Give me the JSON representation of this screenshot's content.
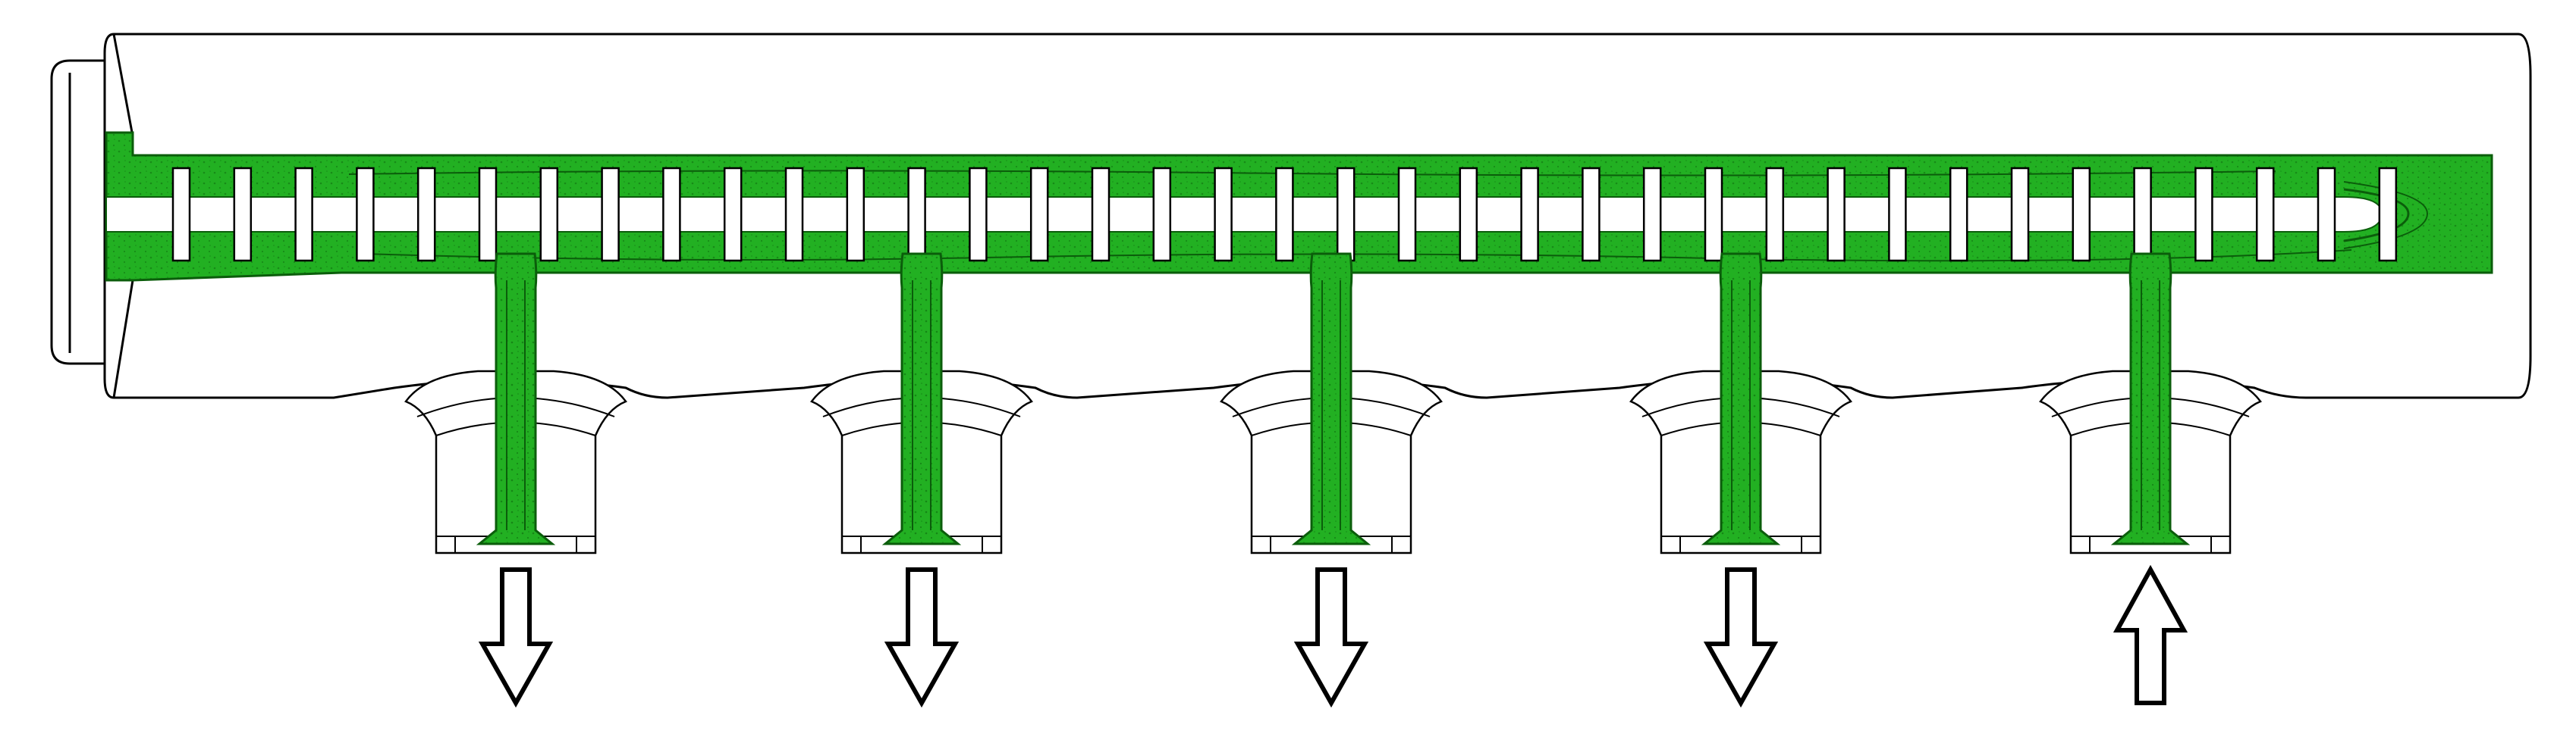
{
  "diagram": {
    "kind": "manifold-flow-simulation",
    "background_color": "#ffffff",
    "outline_color": "#000000",
    "fluid_color": "#22b022",
    "fluid_dark_color": "#0b5d0b",
    "fin_count": 37,
    "ports": [
      {
        "name": "port-1",
        "flow": "out"
      },
      {
        "name": "port-2",
        "flow": "out"
      },
      {
        "name": "port-3",
        "flow": "out"
      },
      {
        "name": "port-4",
        "flow": "out"
      },
      {
        "name": "port-5",
        "flow": "in"
      }
    ],
    "icons": [
      "arrow-down-icon",
      "arrow-up-icon"
    ]
  }
}
